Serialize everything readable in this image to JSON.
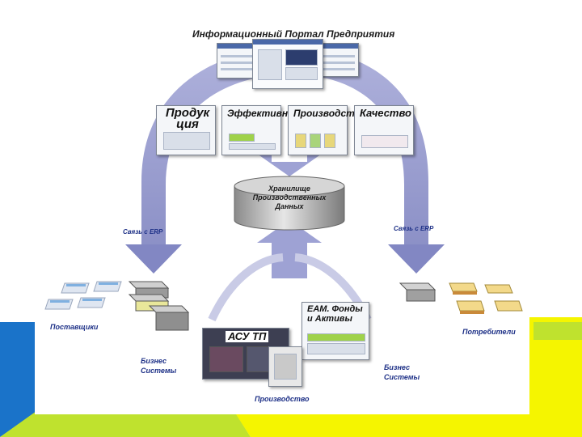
{
  "portal": {
    "title": "Информационный Портал Предприятия"
  },
  "modules": [
    {
      "label": "Продук ция"
    },
    {
      "label": "Эффективность"
    },
    {
      "label": "Производство"
    },
    {
      "label": "Качество"
    }
  ],
  "storage": {
    "label": "Хранилище Производственных Данных"
  },
  "links": {
    "left_erp": "Связь с ERP",
    "right_erp": "Связь с ERP"
  },
  "suppliers": {
    "label": "Поставщики"
  },
  "consumers": {
    "label": "Потребители"
  },
  "business_left": {
    "label": "Бизнес Системы"
  },
  "business_right": {
    "label": "Бизнес Системы"
  },
  "eam": {
    "label": "EAM. Фонды и Активы"
  },
  "asu": {
    "label": "АСУ ТП"
  },
  "production": {
    "label": "Производство"
  },
  "colors": {
    "arrow": "#8e93c9",
    "label_blue": "#1c2f86",
    "accent_yellow": "#f5f500",
    "accent_green": "#bfe22e",
    "accent_blue": "#1a73c9"
  }
}
